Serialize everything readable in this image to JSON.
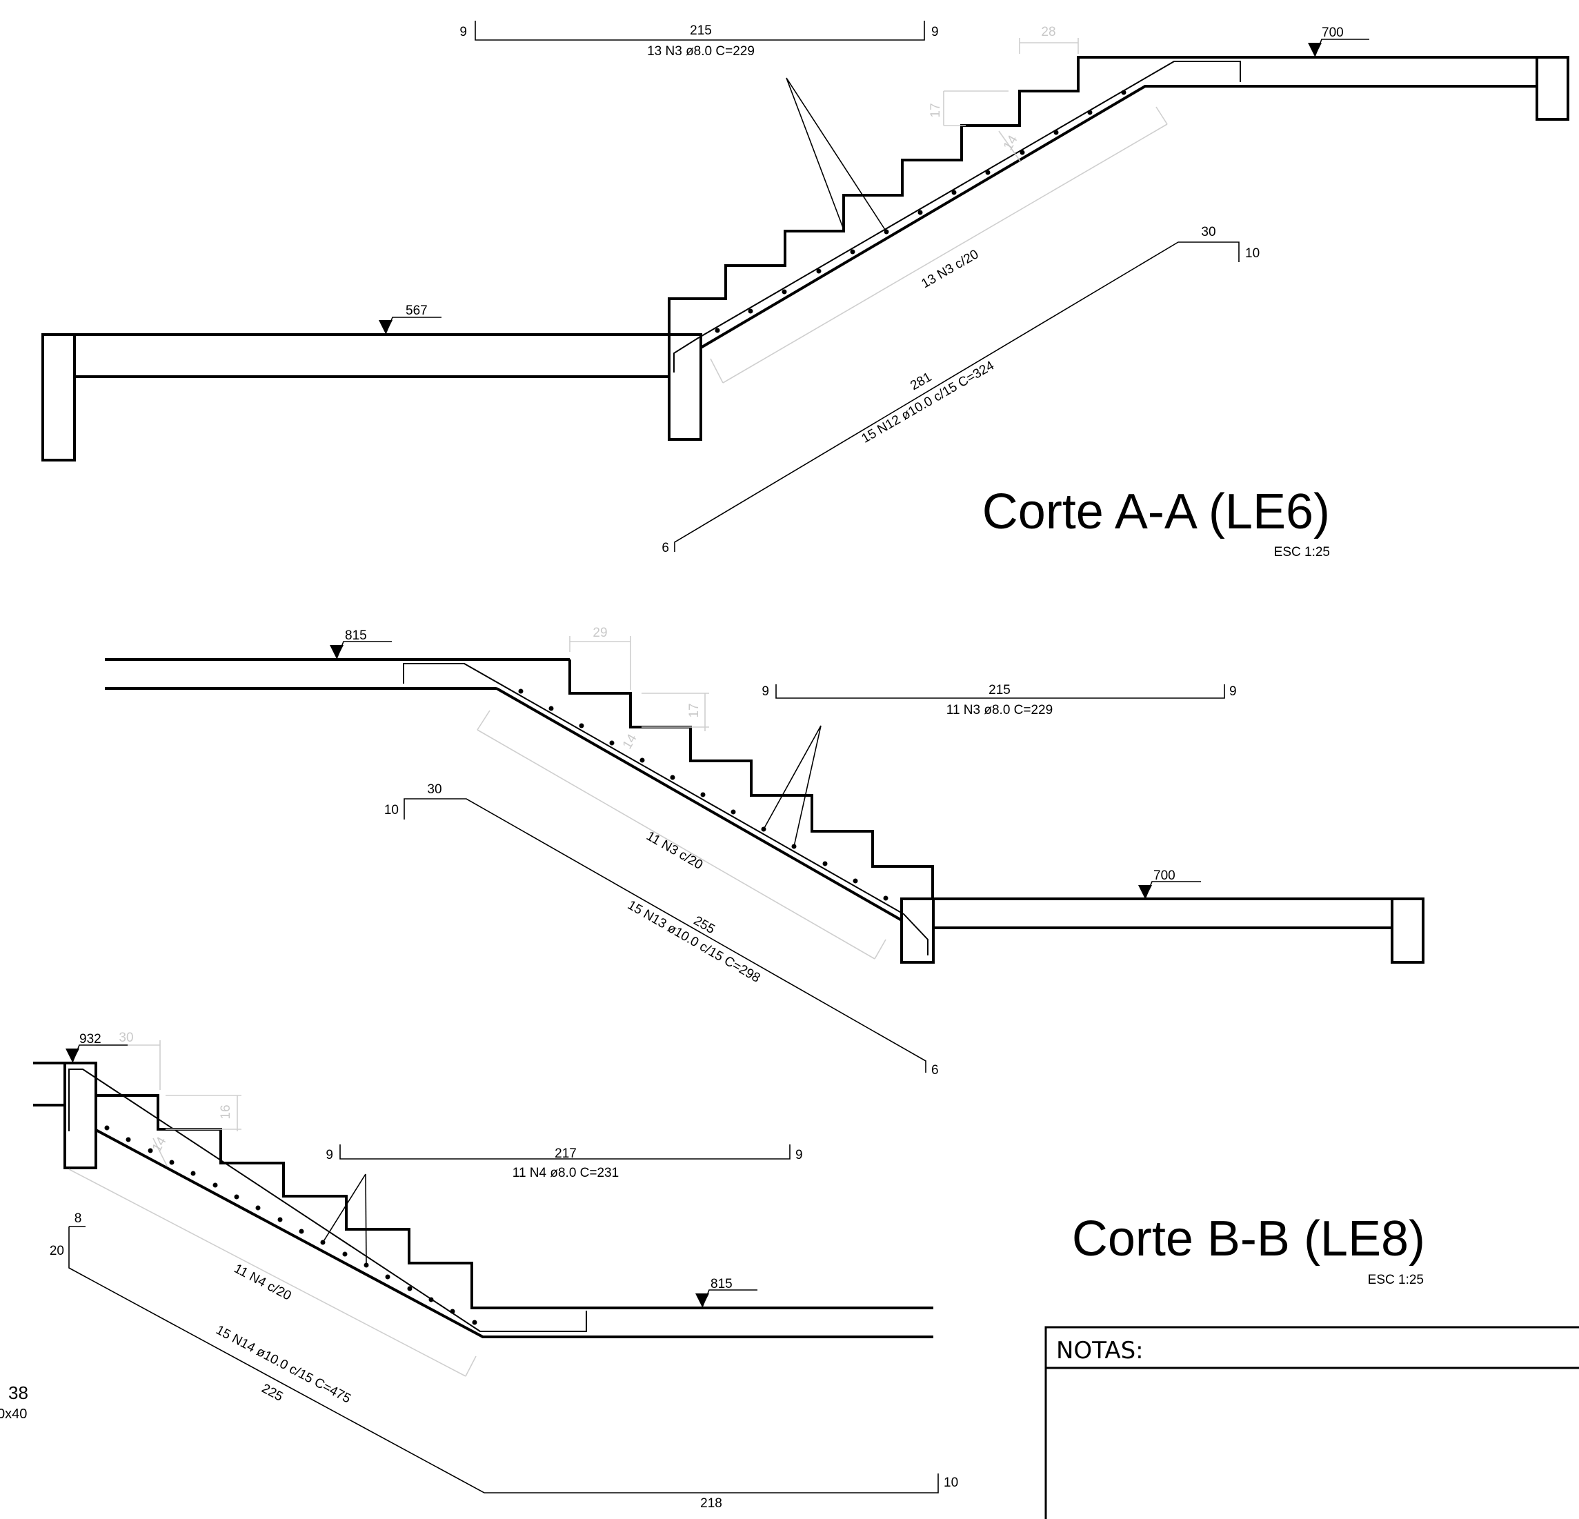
{
  "section_a": {
    "title": "Corte A-A (LE6)",
    "scale": "ESC 1:25",
    "level_low": "567",
    "level_high": "700",
    "bar_top": {
      "left_hook": "9",
      "length": "215",
      "right_hook": "9",
      "spec": "13 N3 ø8.0  C=229"
    },
    "distribution": "13 N3 c/20",
    "bar_bottom": {
      "spec": "15 N12 ø10.0 c/15  C=324",
      "length": "281",
      "hook_top": "30",
      "hook_end": "10",
      "hook_bottom": "6"
    },
    "riser_dim": "17",
    "tread_dim": "28",
    "slab_dim": "14"
  },
  "section_b": {
    "level_top": "815",
    "level_low": "700",
    "bar_top": {
      "left_hook": "9",
      "length": "215",
      "right_hook": "9",
      "spec": "11 N3 ø8.0  C=229"
    },
    "distribution": "11 N3 c/20",
    "bar_bottom": {
      "spec": "15 N13 ø10.0 c/15  C=298",
      "length": "255",
      "hook_top": "30",
      "hook_end": "10",
      "hook_bottom": "6"
    },
    "riser_dim": "17",
    "tread_dim": "29",
    "slab_dim": "14"
  },
  "section_c": {
    "title": "Corte B-B (LE8)",
    "scale": "ESC 1:25",
    "level_top": "932",
    "level_low": "815",
    "bar_top": {
      "left_hook": "9",
      "length": "217",
      "right_hook": "9",
      "spec": "11 N4 ø8.0  C=231"
    },
    "distribution": "11 N4 c/20",
    "bar_bottom": {
      "spec": "15 N14 ø10.0 c/15  C=475",
      "length": "225",
      "hook_top": "8",
      "hook_left": "20",
      "hook_end": "10",
      "length_bottom": "218"
    },
    "riser_dim": "16",
    "tread_dim": "30",
    "slab_dim": "14"
  },
  "left_edge": {
    "label_a": "38",
    "label_b": "0x40"
  },
  "notes": {
    "title": "NOTAS:"
  }
}
